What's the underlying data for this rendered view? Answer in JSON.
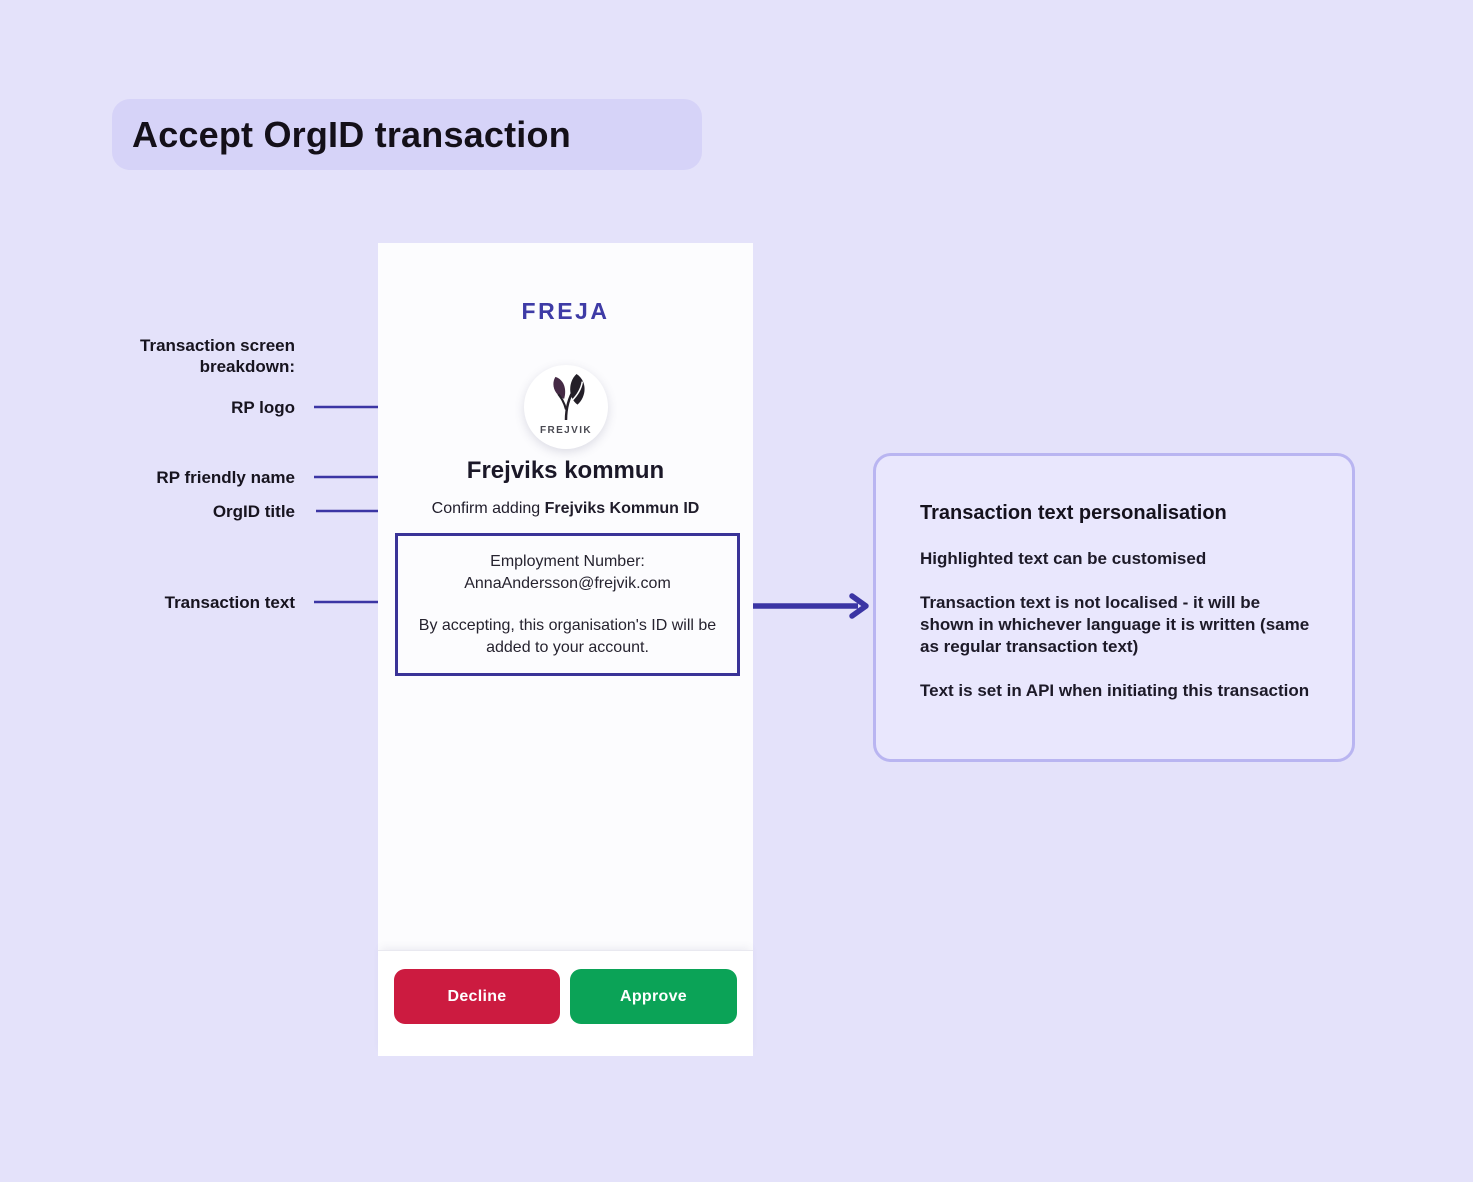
{
  "page": {
    "title": "Accept OrgID transaction"
  },
  "annotations": {
    "breakdown_heading": "Transaction screen breakdown:",
    "labels": [
      {
        "id": "rp-logo",
        "text": "RP logo"
      },
      {
        "id": "rp-friendly-name",
        "text": "RP friendly name"
      },
      {
        "id": "orgid-title",
        "text": "OrgID title"
      },
      {
        "id": "transaction-text",
        "text": "Transaction text"
      }
    ]
  },
  "phone": {
    "brand": "FREJA",
    "rp_logo": {
      "icon": "leaf-icon",
      "label": "FREJVIK"
    },
    "rp_friendly_name": "Frejviks kommun",
    "orgid_title_prefix": "Confirm adding ",
    "orgid_title_emphasis": "Frejviks Kommun ID",
    "transaction_text": {
      "line1": "Employment Number:",
      "line2": "AnnaAndersson@frejvik.com",
      "line3": "By accepting, this organisation's ID will be added to your account."
    },
    "buttons": {
      "decline": "Decline",
      "approve": "Approve"
    }
  },
  "callout": {
    "title": "Transaction text personalisation",
    "paragraphs": [
      "Highlighted text can be customised",
      "Transaction text is not localised - it will be shown in whichever language it is written (same as regular transaction text)",
      "Text is set in API when initiating this transaction"
    ]
  },
  "colors": {
    "page_background": "#E4E2FA",
    "title_badge_background": "#D6D3F8",
    "brand_indigo": "#3E3BA6",
    "arrow_indigo": "#3B35A4",
    "transaction_box_border": "#3A3397",
    "callout_border": "#B9B5F1",
    "callout_background": "#E9E7FD",
    "decline_red": "#CC1B40",
    "approve_green": "#0BA357",
    "phone_background": "#FCFCFE",
    "text_dark": "#17141F"
  }
}
